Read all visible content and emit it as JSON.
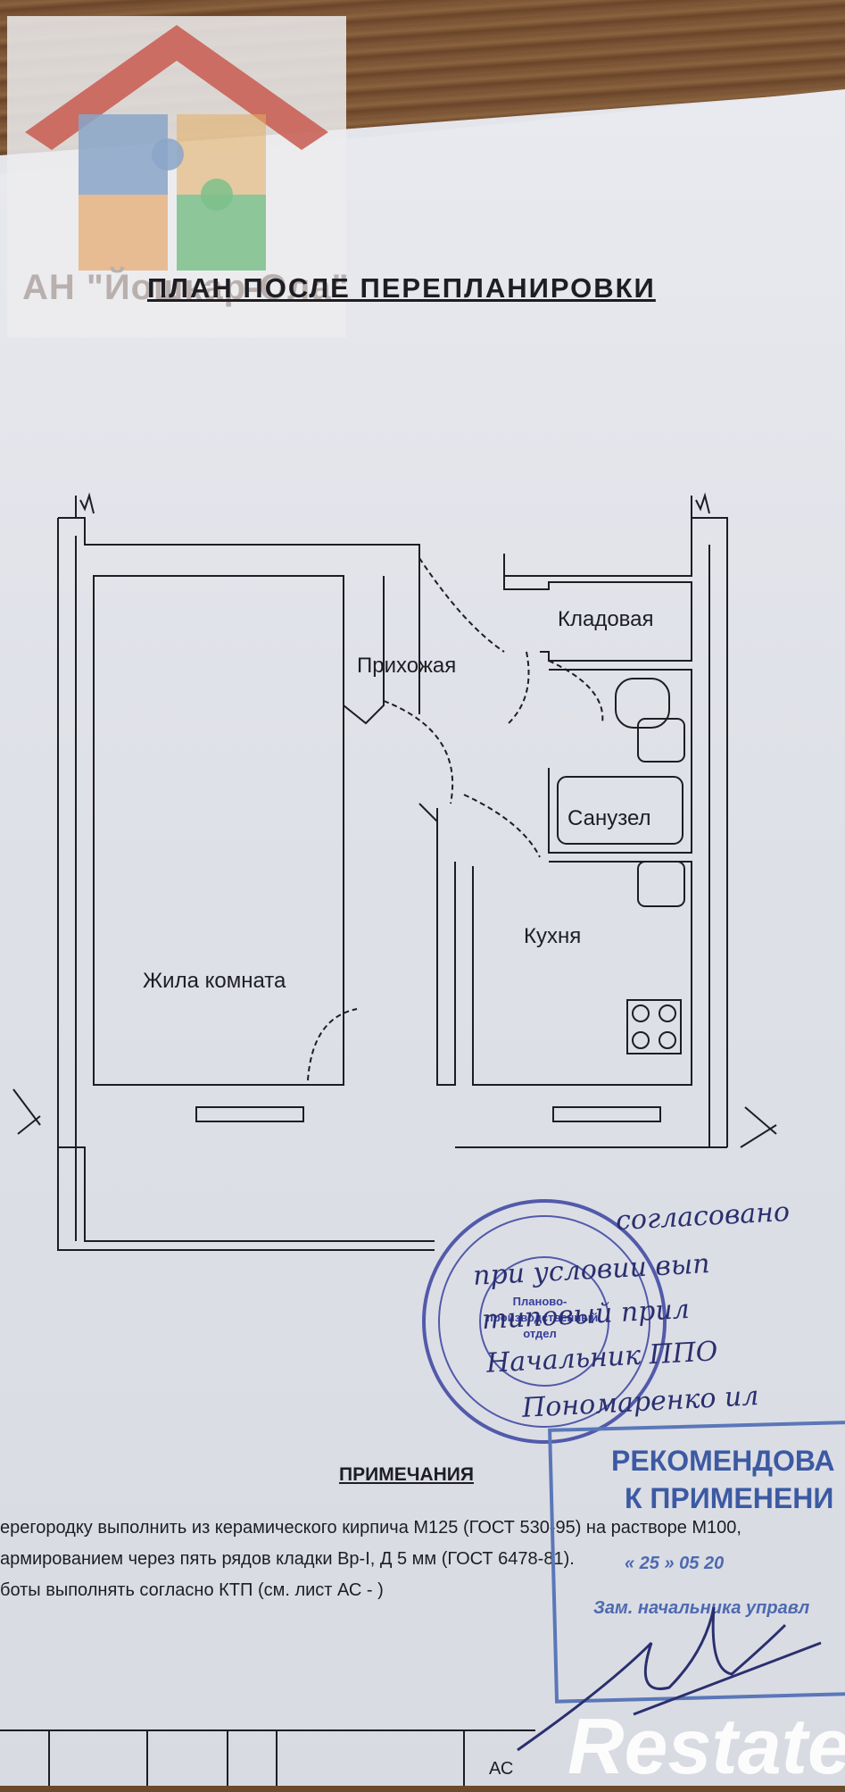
{
  "agency": {
    "name": "АН \"Йошкар-Ола\""
  },
  "document": {
    "title": "ПЛАН ПОСЛЕ ПЕРЕПЛАНИРОВКИ"
  },
  "rooms": {
    "storage": "Кладовая",
    "hallway": "Прихожая",
    "bathroom": "Санузел",
    "kitchen": "Кухня",
    "living": "Жила комната"
  },
  "notes": {
    "heading": "ПРИМЕЧАНИЯ",
    "lines": [
      "ерегородку выполнить из керамического кирпича М125 (ГОСТ 530-95) на растворе М100,",
      "армированием через пять рядов кладки Вр-I, Д 5 мм (ГОСТ 6478-81).",
      "боты выполнять согласно КТП (см. лист АС -     )"
    ]
  },
  "stamp_round": {
    "inner_lines": [
      "Планово-",
      "производственный",
      "отдел"
    ]
  },
  "handwritten": {
    "lines": [
      "согласовано",
      "при условии вып",
      "типовый прил",
      "Начальник ППО",
      "Пономаренко ил"
    ]
  },
  "recommended_stamp": {
    "line1": "РЕКОМЕНДОВА",
    "line2": "К ПРИМЕНЕНИ",
    "date": "« 25 » 05 20",
    "position": "Зам. начальника управл"
  },
  "footer": {
    "sheet": "АС",
    "watermark": "Restate"
  },
  "colors": {
    "ink": "#1e1e22",
    "stamp_blue": "#3c5aa3",
    "handwriting": "#2a2f6e",
    "wood": "#7a5433"
  }
}
